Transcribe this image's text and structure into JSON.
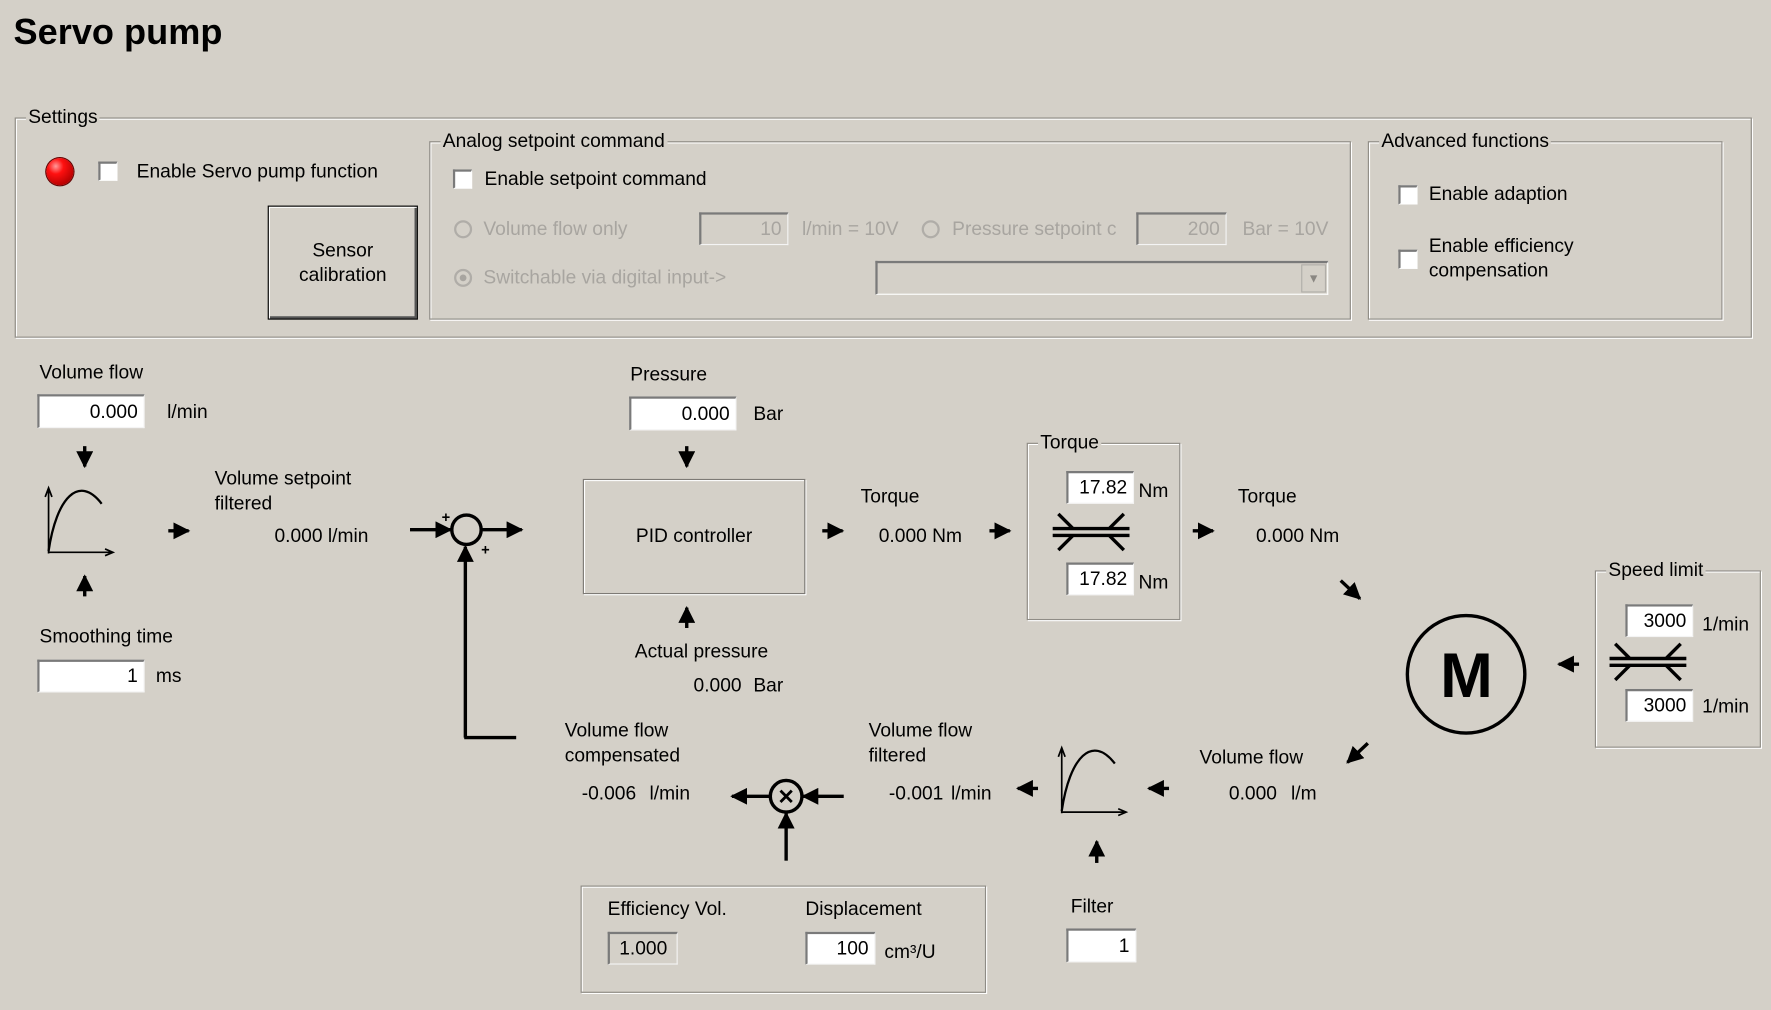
{
  "page": {
    "title": "Servo pump"
  },
  "settings": {
    "legend": "Settings",
    "enable_servo_label": "Enable Servo pump function",
    "enable_servo_checked": false,
    "status_led_color": "#e00000",
    "sensor_calibration_label": "Sensor calibration",
    "analog": {
      "legend": "Analog setpoint command",
      "enable_label": "Enable setpoint command",
      "volume_flow_only_label": "Volume flow only",
      "volume_flow_value": "10",
      "volume_flow_unit": "l/min = 10V",
      "pressure_setpoint_label": "Pressure setpoint c",
      "pressure_value": "200",
      "pressure_unit": "Bar = 10V",
      "switchable_label": "Switchable via digital input->",
      "switchable_select_value": ""
    },
    "advanced": {
      "legend": "Advanced functions",
      "enable_adaption_label": "Enable adaption",
      "enable_efficiency_label_1": "Enable efficiency",
      "enable_efficiency_label_2": "compensation"
    }
  },
  "diagram": {
    "volume_flow_label": "Volume flow",
    "volume_flow_value": "0.000",
    "volume_flow_unit": "l/min",
    "smoothing_label": "Smoothing time",
    "smoothing_value": "1",
    "smoothing_unit": "ms",
    "vsf_label_1": "Volume setpoint",
    "vsf_label_2": "filtered",
    "vsf_value": "0.000 l/min",
    "pressure_label": "Pressure",
    "pressure_value": "0.000",
    "pressure_unit": "Bar",
    "pid_label": "PID controller",
    "actual_pressure_label": "Actual pressure",
    "actual_pressure_value": "0.000",
    "actual_pressure_unit": "Bar",
    "torque1_label": "Torque",
    "torque1_value": "0.000  Nm",
    "torque_limit_legend": "Torque",
    "torque_limit_upper": "17.82",
    "torque_limit_lower": "17.82",
    "torque_limit_unit": "Nm",
    "torque2_label": "Torque",
    "torque2_value": "0.000  Nm",
    "motor_label": "M",
    "speed_limit_legend": "Speed limit",
    "speed_limit_upper": "3000",
    "speed_limit_lower": "3000",
    "speed_limit_unit": "1/min",
    "motor_flow_label": "Volume flow",
    "motor_flow_value": "0.000",
    "motor_flow_unit": "l/m",
    "filter_label": "Filter",
    "filter_value": "1",
    "vff_label_1": "Volume flow",
    "vff_label_2": "filtered",
    "vff_value": "-0.001",
    "vff_unit": "l/min",
    "vfc_label_1": "Volume flow",
    "vfc_label_2": "compensated",
    "vfc_value": "-0.006",
    "vfc_unit": "l/min",
    "efficiency_label": "Efficiency Vol.",
    "efficiency_value": "1.000",
    "displacement_label": "Displacement",
    "displacement_value": "100",
    "displacement_unit": "cm³/U"
  }
}
